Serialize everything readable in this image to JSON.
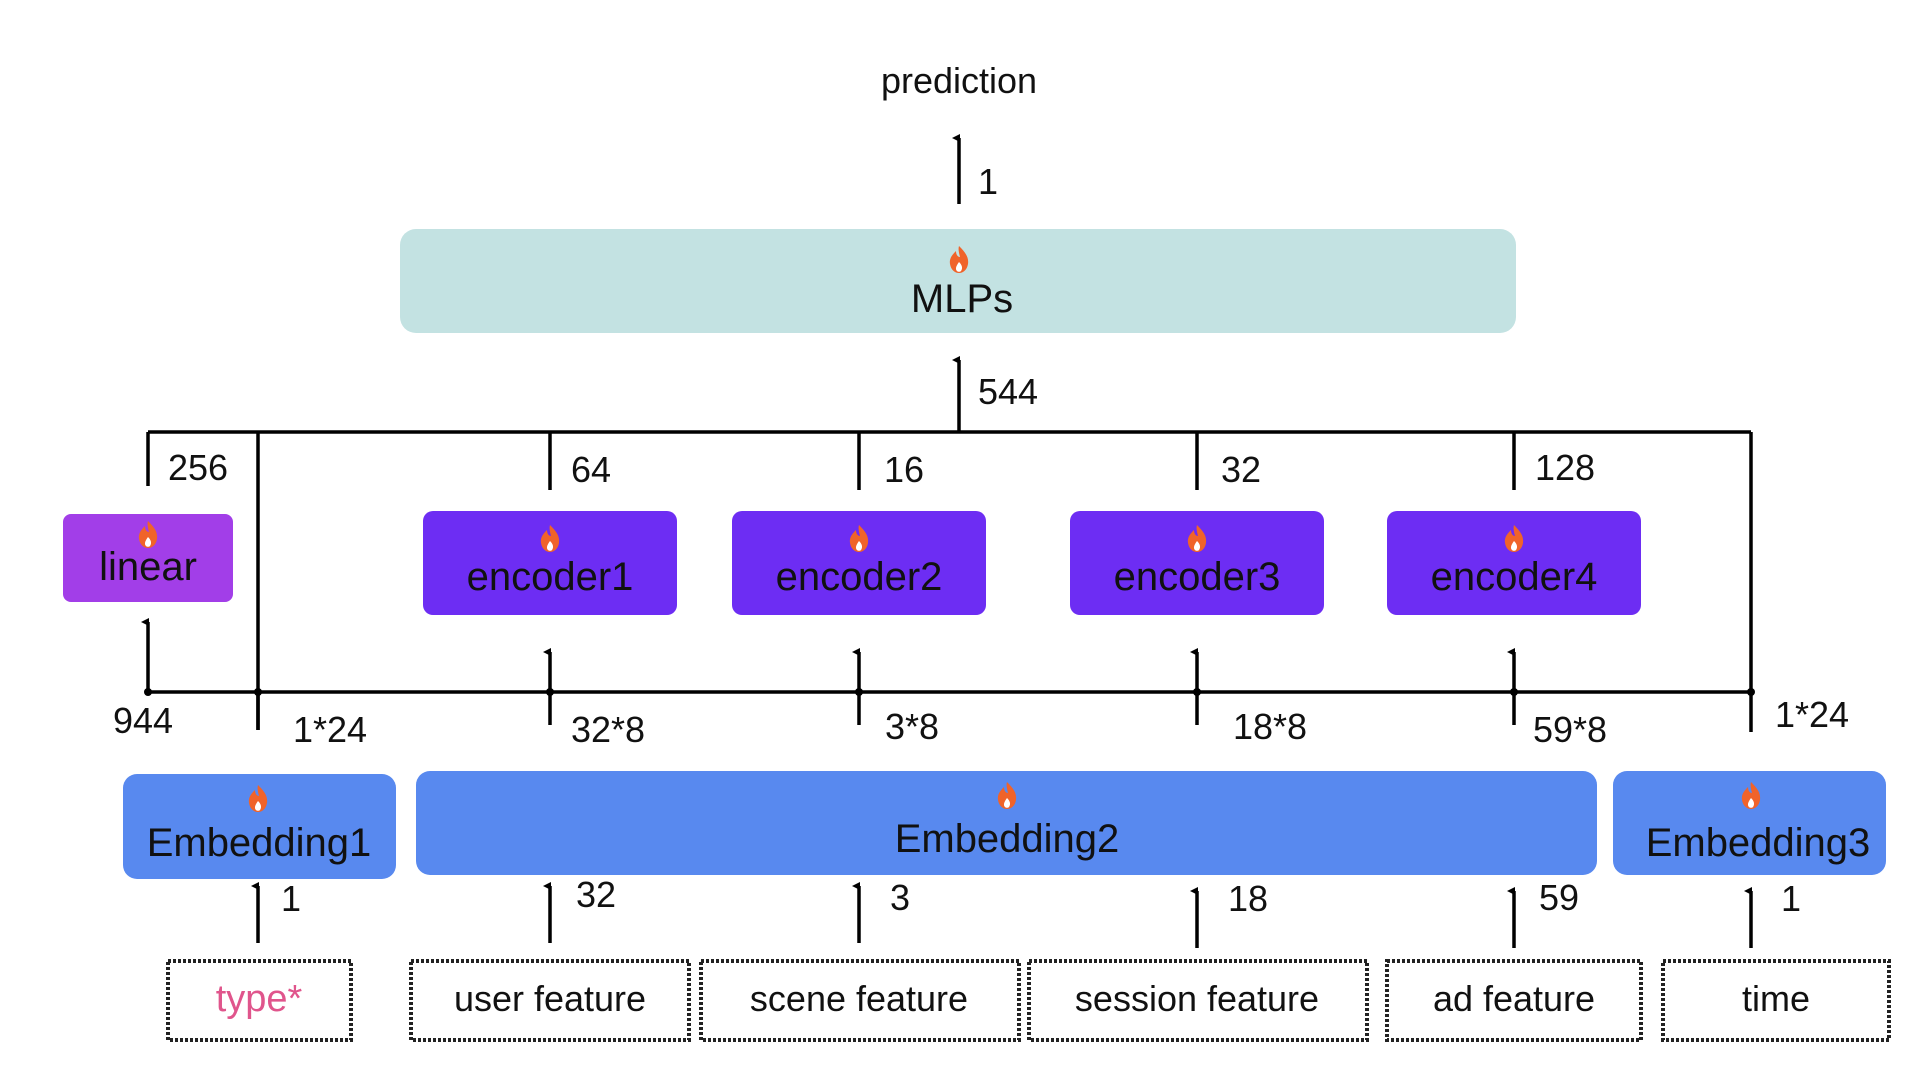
{
  "colors": {
    "mlp": "#c3e2e2",
    "linear": "#a23ee8",
    "encoder": "#6d2df3",
    "embedding": "#5889ef",
    "flame": "#f0632a",
    "type_text": "#e0558c"
  },
  "output": {
    "label": "prediction",
    "dim": "1"
  },
  "mlp": {
    "label": "MLPs",
    "icon": "flame-icon",
    "input_dim": "544"
  },
  "linear": {
    "label": "linear",
    "icon": "flame-icon",
    "out_dim": "256",
    "in_dim": "944"
  },
  "encoders": [
    {
      "label": "encoder1",
      "icon": "flame-icon",
      "out_dim": "64",
      "in_dim": "32*8"
    },
    {
      "label": "encoder2",
      "icon": "flame-icon",
      "out_dim": "16",
      "in_dim": "3*8"
    },
    {
      "label": "encoder3",
      "icon": "flame-icon",
      "out_dim": "32",
      "in_dim": "18*8"
    },
    {
      "label": "encoder4",
      "icon": "flame-icon",
      "out_dim": "128",
      "in_dim": "59*8"
    }
  ],
  "embeddings": [
    {
      "label": "Embedding1",
      "icon": "flame-icon",
      "out_dim": "1*24"
    },
    {
      "label": "Embedding2",
      "icon": "flame-icon"
    },
    {
      "label": "Embedding3",
      "icon": "flame-icon",
      "out_dim": "1*24"
    }
  ],
  "inputs": [
    {
      "label": "type*",
      "dim": "1"
    },
    {
      "label": "user feature",
      "dim": "32"
    },
    {
      "label": "scene feature",
      "dim": "3"
    },
    {
      "label": "session feature",
      "dim": "18"
    },
    {
      "label": "ad feature",
      "dim": "59"
    },
    {
      "label": "time",
      "dim": "1"
    }
  ]
}
